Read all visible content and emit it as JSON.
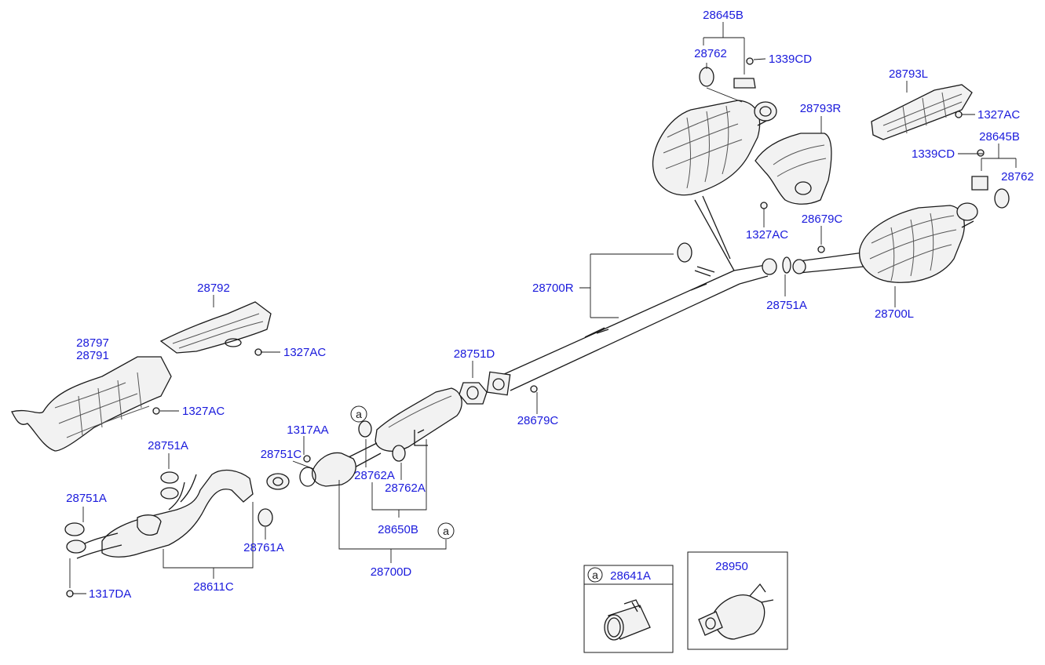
{
  "labels": {
    "l28645B_top": "28645B",
    "l28762_top": "28762",
    "l1339CD_top": "1339CD",
    "l28793L": "28793L",
    "l1327AC_r1": "1327AC",
    "l28793R": "28793R",
    "l28645B_r": "28645B",
    "l1339CD_r": "1339CD",
    "l28762_r": "28762",
    "l1327AC_mid": "1327AC",
    "l28679C_top": "28679C",
    "l28700R": "28700R",
    "l28751A_r": "28751A",
    "l28700L": "28700L",
    "l28792": "28792",
    "l1327AC_l1": "1327AC",
    "l28797": "28797",
    "l28791": "28791",
    "l1327AC_l2": "1327AC",
    "l28751D": "28751D",
    "l28679C_bot": "28679C",
    "l1317AA": "1317AA",
    "l28751C": "28751C",
    "l28762A_1": "28762A",
    "l28762A_2": "28762A",
    "l28650B": "28650B",
    "l28700D": "28700D",
    "l28751A_l1": "28751A",
    "l28751A_l2": "28751A",
    "l28761A": "28761A",
    "l28611C": "28611C",
    "l1317DA": "1317DA",
    "l28641A": "28641A",
    "l28950": "28950"
  },
  "callouts": {
    "a_marker": "a"
  }
}
